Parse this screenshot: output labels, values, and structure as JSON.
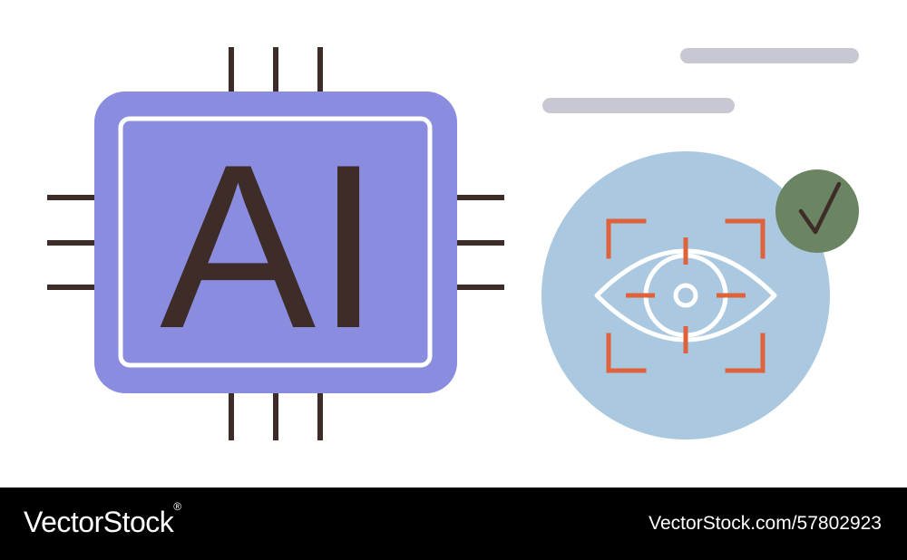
{
  "chip": {
    "label": "AI",
    "icon": "cpu-chip-icon",
    "body_color": "#8a8ce0",
    "inner_border_color": "#ffffff",
    "pin_color": "#3e2c28",
    "text_color": "#3e2c28"
  },
  "scan_badge": {
    "icon": "eye-scan-icon",
    "circle_color": "#aac8e0",
    "corner_color": "#e0623a",
    "eye_color": "#ffffff",
    "check_icon": "checkmark-icon",
    "check_bg_color": "#6b8462",
    "check_color": "#3e2c28"
  },
  "decor": {
    "bar_color": "#c8c8d2"
  },
  "footer": {
    "brand": "VectorStock",
    "brand_suffix": "®",
    "image_ref": "VectorStock.com/57802923",
    "background": "#000000"
  }
}
